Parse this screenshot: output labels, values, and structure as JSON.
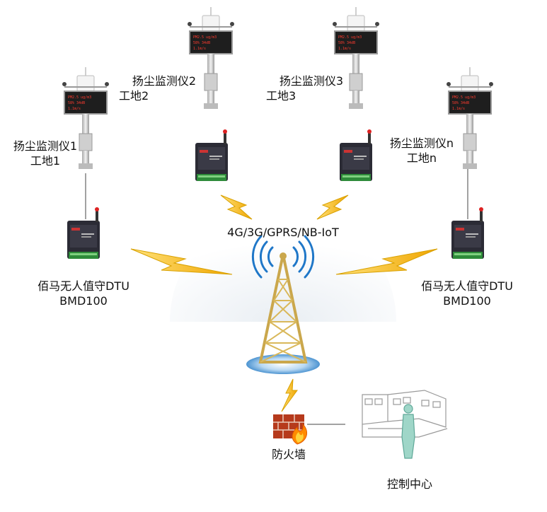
{
  "network_label": "4G/3G/GPRS/NB-IoT",
  "monitors": [
    {
      "name": "扬尘监测仪1",
      "site": "工地1"
    },
    {
      "name": "扬尘监测仪2",
      "site": "工地2"
    },
    {
      "name": "扬尘监测仪3",
      "site": "工地3"
    },
    {
      "name": "扬尘监测仪n",
      "site": "工地n"
    }
  ],
  "dtu_left": {
    "name": "佰马无人值守DTU",
    "model": "BMD100"
  },
  "dtu_right": {
    "name": "佰马无人值守DTU",
    "model": "BMD100"
  },
  "firewall": "防火墙",
  "control_center": "控制中心",
  "colors": {
    "lightning": "#f2c21a",
    "tower": "#d9b85a",
    "signal": "#1f77c8",
    "firewall": "#b63a1c"
  }
}
